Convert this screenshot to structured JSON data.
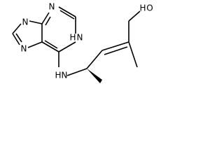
{
  "structure": {
    "atom_labels": {
      "n1": "N",
      "n3": "N",
      "n7": "N",
      "n9": "N",
      "nh_ring": "H",
      "nh_ring_n": "N",
      "nh_amine_h": "H",
      "nh_amine_n": "N",
      "oh_h": "H",
      "oh_o": "O",
      "oh_label": "HO",
      "nh_ring_label": "H",
      "nh_amine_label": "HN"
    }
  }
}
